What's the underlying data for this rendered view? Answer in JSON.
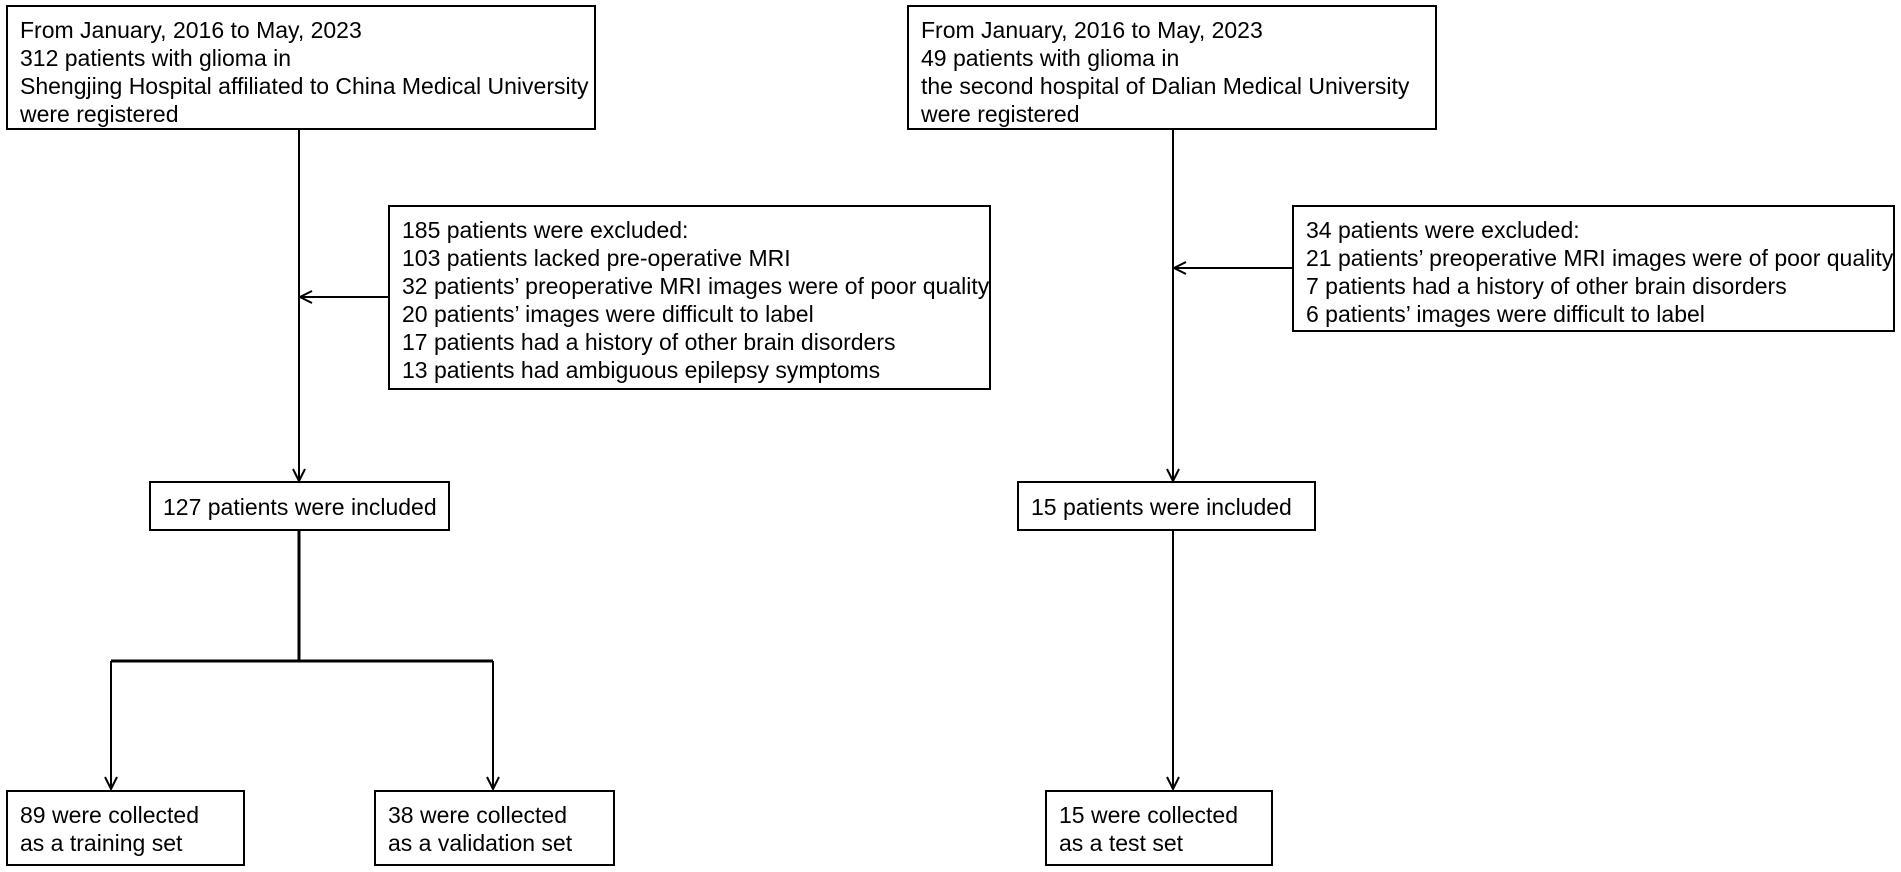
{
  "flowchart": {
    "source_left": {
      "lines": [
        "From January, 2016 to May, 2023",
        "312 patients with glioma in",
        "Shengjing Hospital affiliated to China Medical University",
        "were registered"
      ]
    },
    "source_right": {
      "lines": [
        "From January, 2016 to May, 2023",
        "49 patients with glioma in",
        "the second hospital of Dalian Medical University",
        "were registered"
      ]
    },
    "excluded_left": {
      "lines": [
        "185 patients were excluded:",
        "103 patients lacked pre-operative MRI",
        "32 patients’ preoperative MRI images were of poor quality",
        "20 patients’ images were difficult to label",
        "17 patients had a history of other brain disorders",
        "13 patients had ambiguous epilepsy symptoms"
      ]
    },
    "excluded_right": {
      "lines": [
        "34 patients were excluded:",
        "21 patients’ preoperative MRI images were of poor quality",
        "7 patients had a history of other brain disorders",
        "6 patients’ images were difficult to label"
      ]
    },
    "included_left": {
      "text": "127 patients were included"
    },
    "included_right": {
      "text": "15 patients were included"
    },
    "training_set": {
      "lines": [
        "89 were collected",
        "as a training set"
      ]
    },
    "validation_set": {
      "lines": [
        "38 were collected",
        "as a validation set"
      ]
    },
    "test_set": {
      "lines": [
        "15 were collected",
        "as a test set"
      ]
    }
  },
  "colors": {
    "line": "#000000",
    "box_border": "#000000",
    "background": "#ffffff"
  }
}
